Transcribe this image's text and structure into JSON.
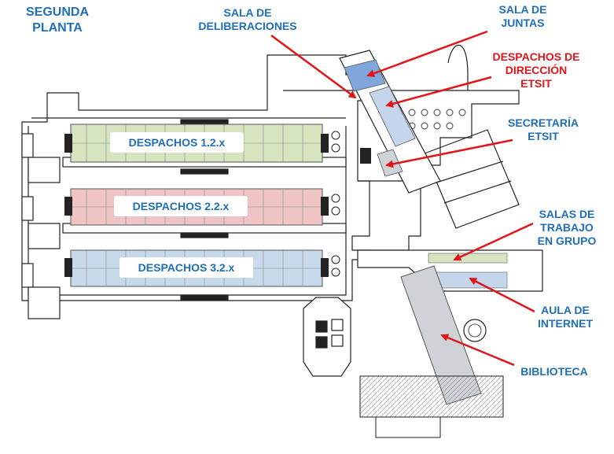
{
  "floor_title": "SEGUNDA\nPLANTA",
  "colors": {
    "label_blue": "#1f6fb8",
    "label_red": "#e0161b",
    "arrow_red": "#e0161b",
    "wing_green": "#d6e4bf",
    "wing_red": "#eec4c4",
    "wing_blue": "#c9d9ec",
    "room_blue": "#7fa7dc",
    "room_lightblue": "#c5d6ec",
    "room_grey": "#cfd2d6",
    "room_green": "#d6e4bf"
  },
  "wings": [
    {
      "id": "wing-1",
      "label": "DESPACHOS 1.2.x",
      "fill": "#d6e4bf"
    },
    {
      "id": "wing-2",
      "label": "DESPACHOS 2.2.x",
      "fill": "#eec4c4"
    },
    {
      "id": "wing-3",
      "label": "DESPACHOS 3.2.x",
      "fill": "#c9d9ec"
    }
  ],
  "callouts": [
    {
      "id": "sala-deliberaciones",
      "text": "SALA DE\nDELIBERACIONES",
      "color": "blue"
    },
    {
      "id": "sala-juntas",
      "text": "SALA DE\nJUNTAS",
      "color": "blue"
    },
    {
      "id": "despachos-direccion",
      "text": "DESPACHOS DE\nDIRECCIÓN\nETSIT",
      "color": "red"
    },
    {
      "id": "secretaria",
      "text": "SECRETARÍA\nETSIT",
      "color": "blue"
    },
    {
      "id": "salas-trabajo",
      "text": "SALAS DE\nTRABAJO\nEN GRUPO",
      "color": "blue"
    },
    {
      "id": "aula-internet",
      "text": "AULA DE\nINTERNET",
      "color": "blue"
    },
    {
      "id": "biblioteca",
      "text": "BIBLIOTECA",
      "color": "blue"
    }
  ]
}
